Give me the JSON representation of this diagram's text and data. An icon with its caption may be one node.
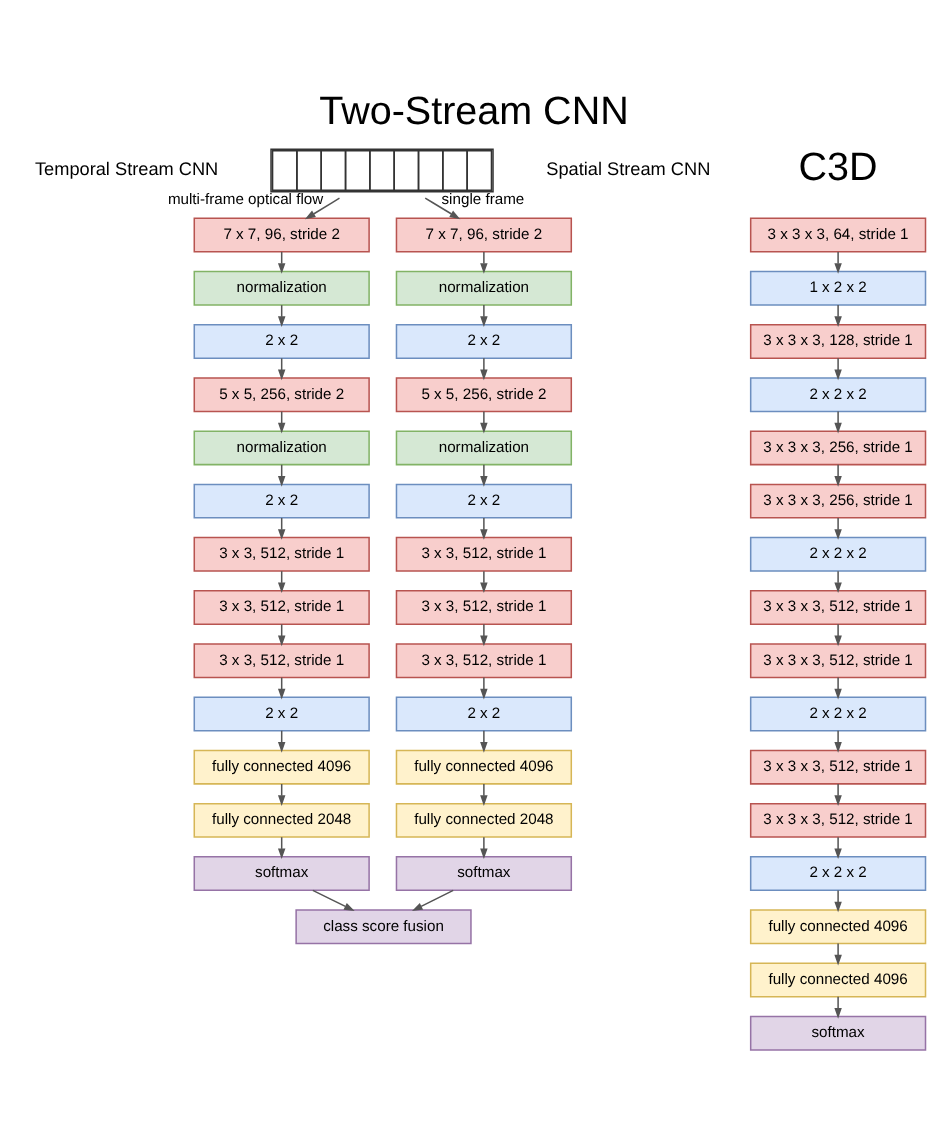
{
  "diagram": {
    "title": "Two-Stream CNN",
    "nodes": [
      {
        "text": [],
        "shape": "box"
      },
      {
        "text": [
          "7 x 7, 96, stride 2"
        ]
      },
      {
        "text": [
          "normalization"
        ]
      },
      {
        "text": [
          "2 x 2"
        ]
      },
      {
        "text": [
          "5 x 5, 256, stride 2"
        ]
      },
      {
        "text": [
          "normalization"
        ]
      },
      {
        "text": [
          "2 x 2"
        ]
      },
      {
        "text": [
          "3 x 3, 512, stride 1"
        ]
      },
      {
        "text": [
          "3 x 3, 512, stride 1"
        ]
      },
      {
        "text": [
          "3 x 3, 512, stride 1"
        ]
      },
      {
        "text": [
          "2 x 2"
        ]
      },
      {
        "text": [
          "fully connected 4096"
        ]
      },
      {
        "text": [
          "fully connected 2048"
        ]
      },
      {
        "text": [
          "softmax"
        ]
      },
      {
        "text": [
          "7 x 7, 96, stride 2"
        ]
      },
      {
        "text": [
          "normalization"
        ]
      },
      {
        "text": [
          "2 x 2"
        ]
      },
      {
        "text": [
          "5 x 5, 256, stride 2"
        ]
      },
      {
        "text": [
          "normalization"
        ]
      },
      {
        "text": [
          "2 x 2"
        ]
      },
      {
        "text": [
          "3 x 3, 512, stride 1"
        ]
      },
      {
        "text": [
          "3 x 3, 512, stride 1"
        ]
      },
      {
        "text": [
          "3 x 3, 512, stride 1"
        ]
      },
      {
        "text": [
          "2 x 2"
        ]
      },
      {
        "text": [
          "fully connected 4096"
        ]
      },
      {
        "text": [
          "fully connected 2048"
        ]
      },
      {
        "text": [
          "softmax"
        ]
      },
      {
        "text": [
          "class score fusion"
        ]
      },
      {
        "text": [
          "3 x 3 x 3, 64, stride 1"
        ]
      },
      {
        "text": [
          "1 x 2 x 2"
        ]
      },
      {
        "text": [
          "3 x 3 x 3, 128, stride 1"
        ]
      },
      {
        "text": [
          "2 x 2 x 2"
        ]
      },
      {
        "text": [
          "3 x 3 x 3, 256, stride 1"
        ]
      },
      {
        "text": [
          "3 x 3 x 3, 256, stride 1"
        ]
      },
      {
        "text": [
          "2 x 2 x 2"
        ]
      },
      {
        "text": [
          "3 x 3 x 3, 512, stride 1"
        ]
      },
      {
        "text": [
          "3 x 3 x 3, 512, stride 1"
        ]
      },
      {
        "text": [
          "2 x 2 x 2"
        ]
      },
      {
        "text": [
          "3 x 3 x 3, 512, stride 1"
        ]
      },
      {
        "text": [
          "3 x 3 x 3, 512, stride 1"
        ]
      },
      {
        "text": [
          "2 x 2 x 2"
        ]
      },
      {
        "text": [
          "fully connected 4096"
        ]
      },
      {
        "text": [
          "fully connected 4096"
        ]
      },
      {
        "text": [
          "softmax"
        ]
      }
    ],
    "edges": [
      {
        "from": 0,
        "to": 1,
        "arrow": "to",
        "label": "multi-frame optical flow"
      },
      {
        "from": 0,
        "to": 14,
        "arrow": "to",
        "label": "single frame"
      },
      {
        "from": 1,
        "to": 2,
        "arrow": "to"
      },
      {
        "from": 2,
        "to": 3,
        "arrow": "to"
      },
      {
        "from": 3,
        "to": 4,
        "arrow": "to"
      },
      {
        "from": 4,
        "to": 5,
        "arrow": "to"
      },
      {
        "from": 5,
        "to": 6,
        "arrow": "to"
      },
      {
        "from": 6,
        "to": 7,
        "arrow": "to"
      },
      {
        "from": 7,
        "to": 8,
        "arrow": "to"
      },
      {
        "from": 8,
        "to": 9,
        "arrow": "to"
      },
      {
        "from": 9,
        "to": 10,
        "arrow": "to"
      },
      {
        "from": 10,
        "to": 11,
        "arrow": "to"
      },
      {
        "from": 11,
        "to": 12,
        "arrow": "to"
      },
      {
        "from": 12,
        "to": 13,
        "arrow": "to"
      },
      {
        "from": 14,
        "to": 15,
        "arrow": "to"
      },
      {
        "from": 15,
        "to": 16,
        "arrow": "to"
      },
      {
        "from": 16,
        "to": 17,
        "arrow": "to"
      },
      {
        "from": 17,
        "to": 18,
        "arrow": "to"
      },
      {
        "from": 18,
        "to": 19,
        "arrow": "to"
      },
      {
        "from": 19,
        "to": 20,
        "arrow": "to"
      },
      {
        "from": 20,
        "to": 21,
        "arrow": "to"
      },
      {
        "from": 21,
        "to": 22,
        "arrow": "to"
      },
      {
        "from": 22,
        "to": 23,
        "arrow": "to"
      },
      {
        "from": 23,
        "to": 24,
        "arrow": "to"
      },
      {
        "from": 24,
        "to": 25,
        "arrow": "to"
      },
      {
        "from": 25,
        "to": 26,
        "arrow": "to"
      },
      {
        "from": 13,
        "to": 27,
        "arrow": "to"
      },
      {
        "from": 26,
        "to": 27,
        "arrow": "to"
      },
      {
        "from": 28,
        "to": 29,
        "arrow": "to"
      },
      {
        "from": 29,
        "to": 30,
        "arrow": "to"
      },
      {
        "from": 30,
        "to": 31,
        "arrow": "to"
      },
      {
        "from": 31,
        "to": 32,
        "arrow": "to"
      },
      {
        "from": 32,
        "to": 33,
        "arrow": "to"
      },
      {
        "from": 33,
        "to": 34,
        "arrow": "to"
      },
      {
        "from": 34,
        "to": 35,
        "arrow": "to"
      },
      {
        "from": 35,
        "to": 36,
        "arrow": "to"
      },
      {
        "from": 36,
        "to": 37,
        "arrow": "to"
      },
      {
        "from": 37,
        "to": 38,
        "arrow": "to"
      },
      {
        "from": 38,
        "to": 39,
        "arrow": "to"
      },
      {
        "from": 39,
        "to": 40,
        "arrow": "to"
      },
      {
        "from": 40,
        "to": 41,
        "arrow": "to"
      },
      {
        "from": 41,
        "to": 42,
        "arrow": "to"
      },
      {
        "from": 42,
        "to": 43,
        "arrow": "to"
      }
    ],
    "labels": [
      "C3D",
      "Temporal Stream CNN",
      "Spatial Stream CNN"
    ]
  }
}
